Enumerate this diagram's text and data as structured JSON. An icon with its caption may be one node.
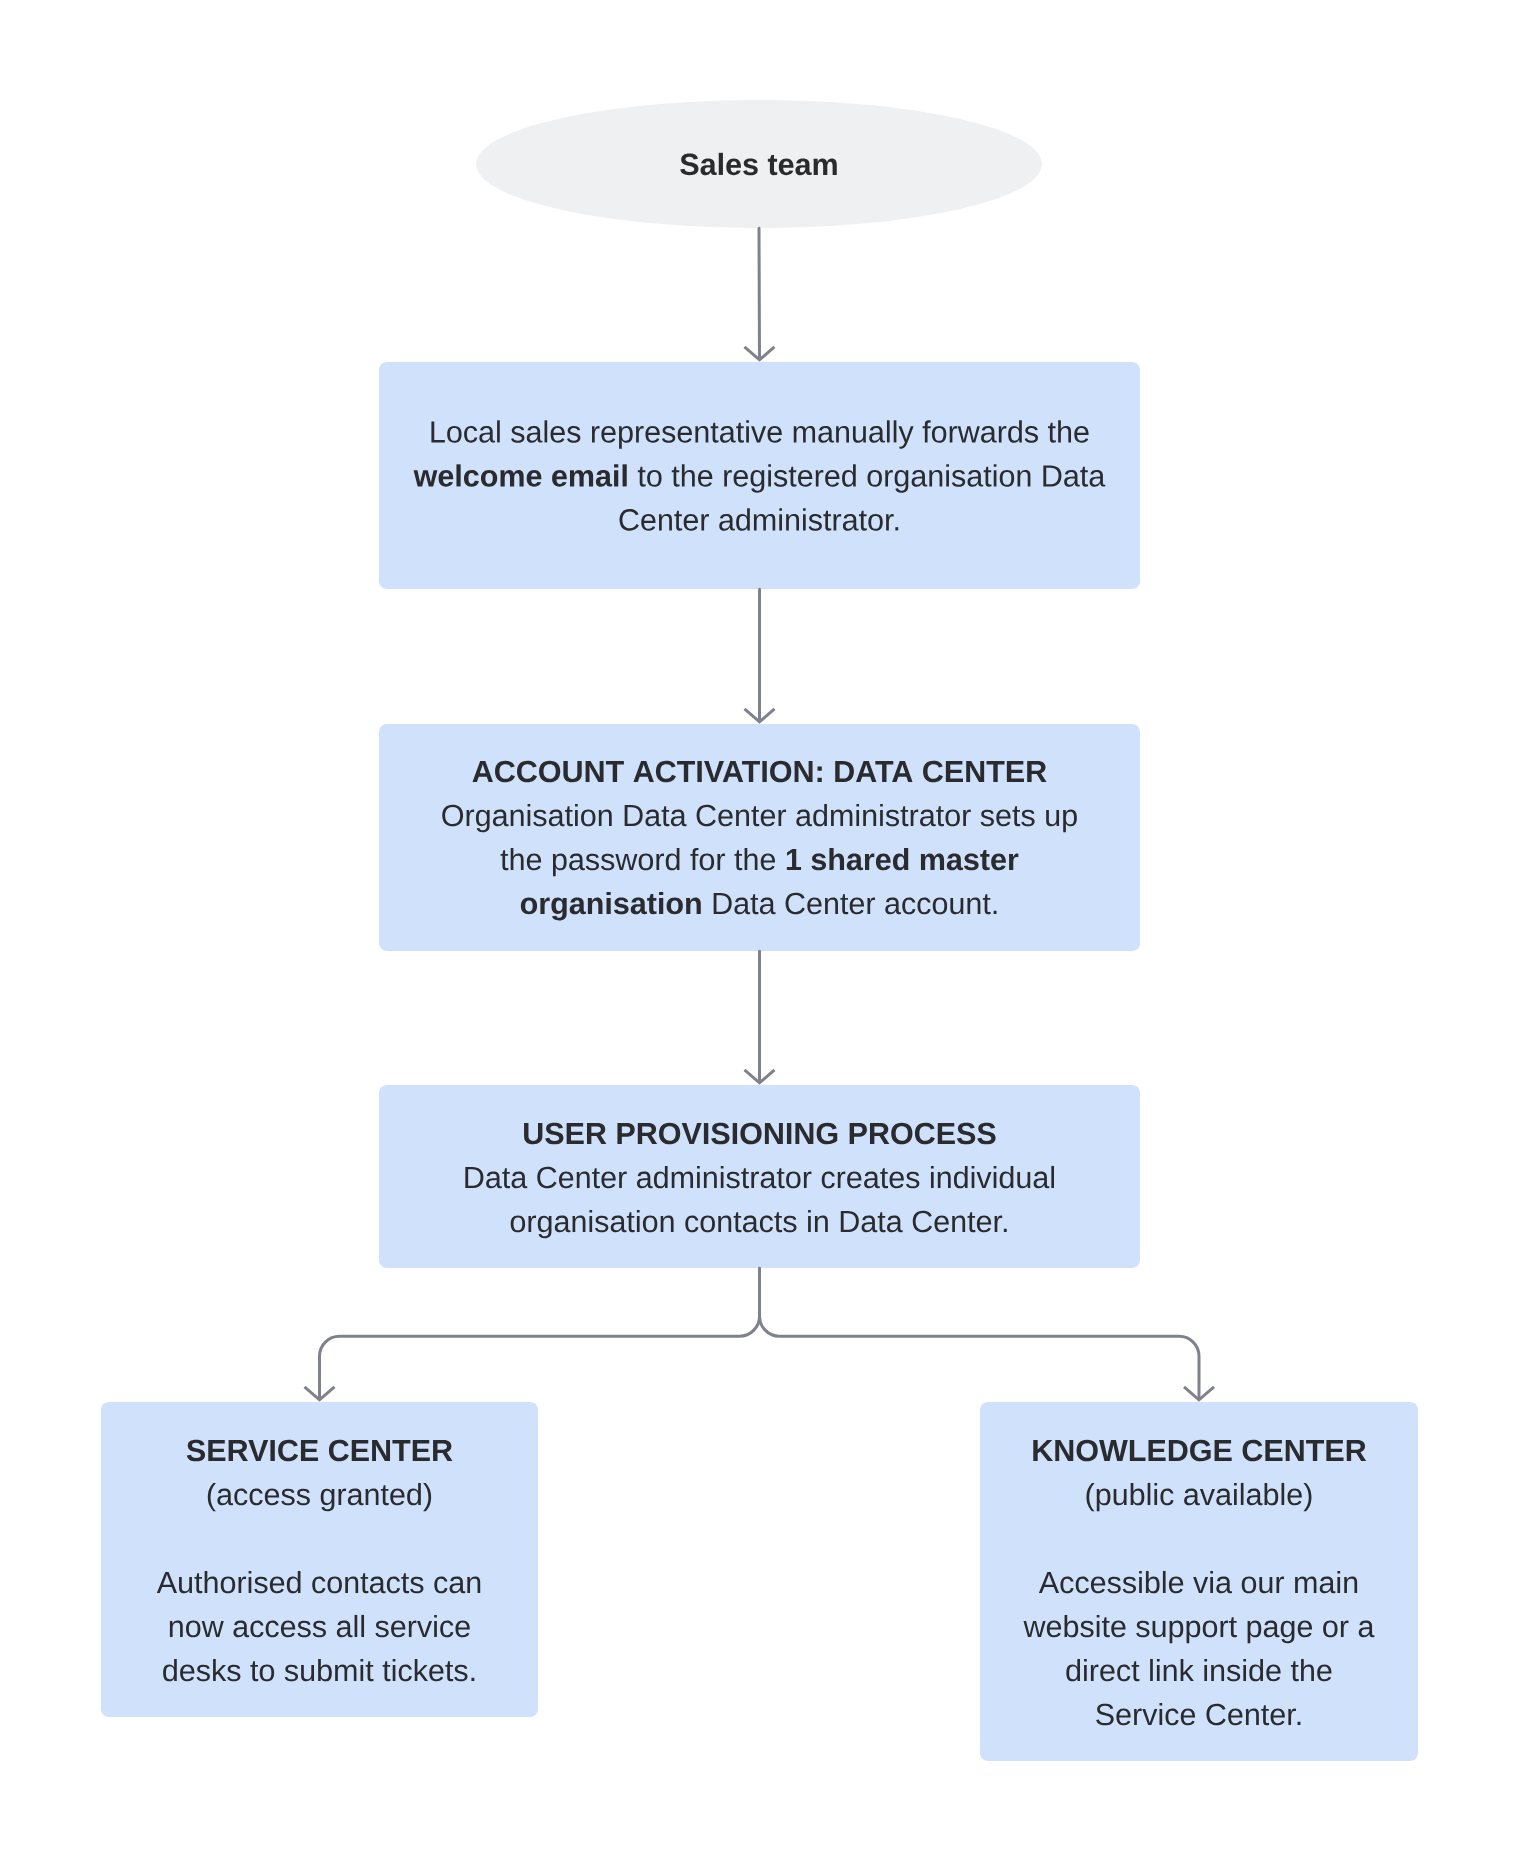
{
  "diagram": {
    "nodes": [
      {
        "text": [
          "Sales team"
        ]
      },
      {
        "text": [
          "Local sales representative manually forwards the **welcome email** to the registered organisation Data Center administrator."
        ]
      },
      {
        "text": [
          "ACCOUNT ACTIVATION: DATA CENTER",
          "Organisation Data Center administrator sets up the password for the **1 shared master organisation** Data Center account."
        ]
      },
      {
        "text": [
          "USER PROVISIONING PROCESS",
          "Data Center administrator creates individual organisation contacts in Data Center."
        ]
      },
      {
        "text": [
          "SERVICE CENTER",
          "(access granted)",
          "Authorised contacts can now access all service desks to submit tickets."
        ]
      },
      {
        "text": [
          "KNOWLEDGE CENTER",
          "(public available)",
          "Accessible via our main website support page or a direct link inside the Service Center."
        ]
      }
    ],
    "edges": [
      {
        "from": 0,
        "to": 1,
        "arrow": "to"
      },
      {
        "from": 1,
        "to": 2,
        "arrow": "to"
      },
      {
        "from": 2,
        "to": 3,
        "arrow": "to"
      },
      {
        "from": 3,
        "to": 4,
        "arrow": "to"
      },
      {
        "from": 3,
        "to": 5,
        "arrow": "to"
      }
    ]
  }
}
